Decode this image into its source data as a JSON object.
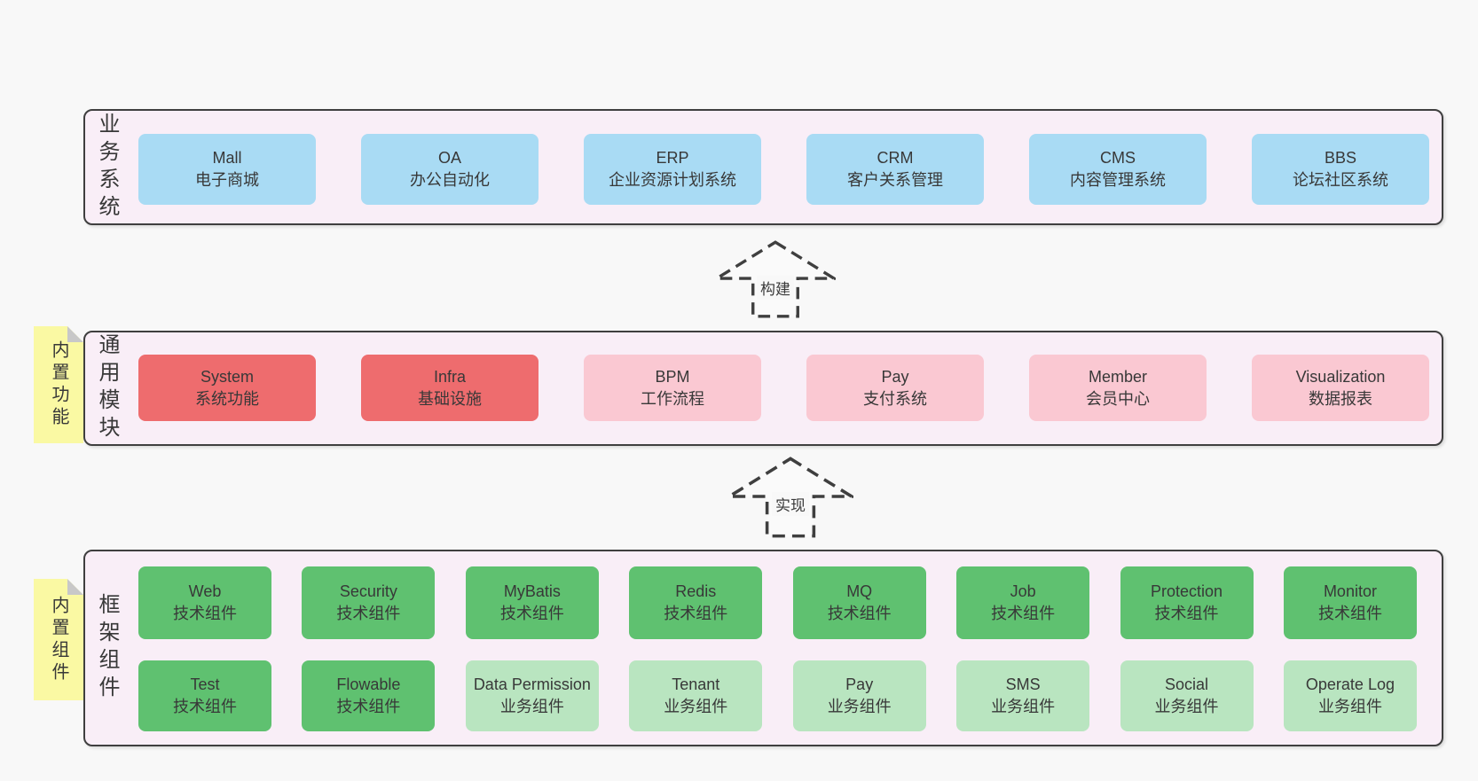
{
  "diagram": {
    "title_hint": "software architecture layers",
    "arrows": [
      {
        "label": "构建"
      },
      {
        "label": "实现"
      }
    ],
    "layers": [
      {
        "label": "业务系统",
        "boxes": [
          {
            "title": "Mall",
            "subtitle": "电子商城"
          },
          {
            "title": "OA",
            "subtitle": "办公自动化"
          },
          {
            "title": "ERP",
            "subtitle": "企业资源计划系统"
          },
          {
            "title": "CRM",
            "subtitle": "客户关系管理"
          },
          {
            "title": "CMS",
            "subtitle": "内容管理系统"
          },
          {
            "title": "BBS",
            "subtitle": "论坛社区系统"
          }
        ]
      },
      {
        "label": "通用模块",
        "note": "内置功能",
        "boxes": [
          {
            "title": "System",
            "subtitle": "系统功能"
          },
          {
            "title": "Infra",
            "subtitle": "基础设施"
          },
          {
            "title": "BPM",
            "subtitle": "工作流程"
          },
          {
            "title": "Pay",
            "subtitle": "支付系统"
          },
          {
            "title": "Member",
            "subtitle": "会员中心"
          },
          {
            "title": "Visualization",
            "subtitle": "数据报表"
          }
        ]
      },
      {
        "label": "框架组件",
        "note": "内置组件",
        "rows": [
          [
            {
              "title": "Web",
              "subtitle": "技术组件"
            },
            {
              "title": "Security",
              "subtitle": "技术组件"
            },
            {
              "title": "MyBatis",
              "subtitle": "技术组件"
            },
            {
              "title": "Redis",
              "subtitle": "技术组件"
            },
            {
              "title": "MQ",
              "subtitle": "技术组件"
            },
            {
              "title": "Job",
              "subtitle": "技术组件"
            },
            {
              "title": "Protection",
              "subtitle": "技术组件"
            },
            {
              "title": "Monitor",
              "subtitle": "技术组件"
            }
          ],
          [
            {
              "title": "Test",
              "subtitle": "技术组件"
            },
            {
              "title": "Flowable",
              "subtitle": "技术组件"
            },
            {
              "title": "Data Permission",
              "subtitle": "业务组件"
            },
            {
              "title": "Tenant",
              "subtitle": "业务组件"
            },
            {
              "title": "Pay",
              "subtitle": "业务组件"
            },
            {
              "title": "SMS",
              "subtitle": "业务组件"
            },
            {
              "title": "Social",
              "subtitle": "业务组件"
            },
            {
              "title": "Operate Log",
              "subtitle": "业务组件"
            }
          ]
        ]
      }
    ],
    "colors": {
      "page_background": "#f8f8f8",
      "layer_fill": "#f9eef7",
      "layer_border": "#3f3f3f",
      "business_box": "#a9dbf4",
      "core_module_box": "#ee6c6e",
      "optional_module_box": "#fac8d2",
      "tech_component_box": "#5fc170",
      "biz_component_box": "#b9e5c0",
      "note_fill": "#faf9a3",
      "note_fold": "#c8c8c8",
      "text": "#383838"
    }
  }
}
